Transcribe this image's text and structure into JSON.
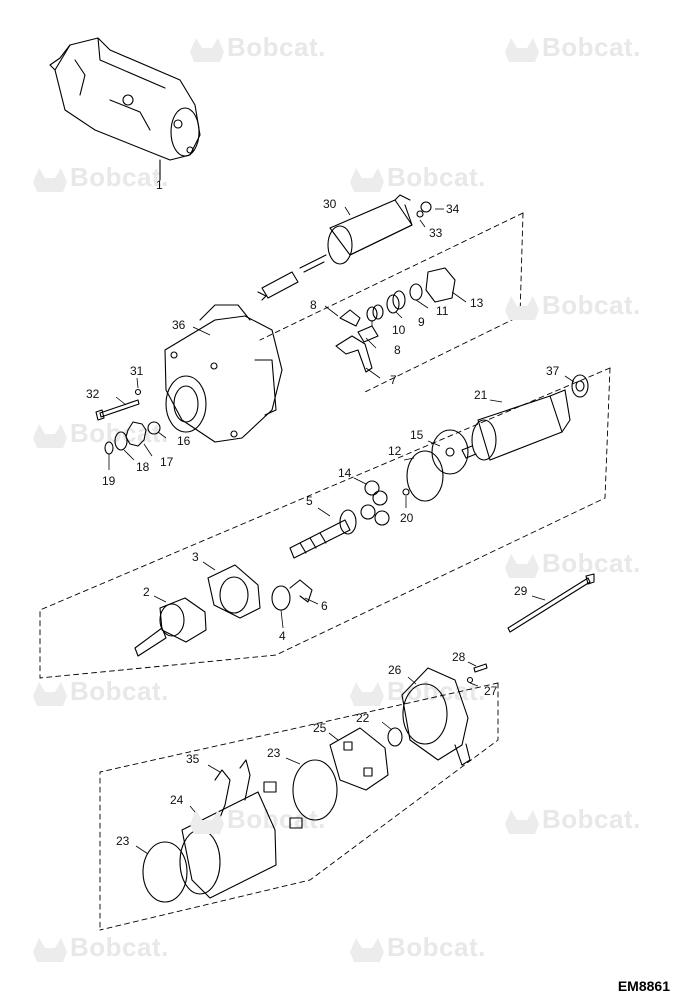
{
  "watermark": {
    "text": "Bobcat."
  },
  "diagram_id": "EM8861",
  "callouts": [
    {
      "id": "c1",
      "text": "1"
    },
    {
      "id": "c2",
      "text": "2"
    },
    {
      "id": "c3",
      "text": "3"
    },
    {
      "id": "c4",
      "text": "4"
    },
    {
      "id": "c5",
      "text": "5"
    },
    {
      "id": "c6",
      "text": "6"
    },
    {
      "id": "c7",
      "text": "7"
    },
    {
      "id": "c8a",
      "text": "8"
    },
    {
      "id": "c8b",
      "text": "8"
    },
    {
      "id": "c9",
      "text": "9"
    },
    {
      "id": "c10",
      "text": "10"
    },
    {
      "id": "c11",
      "text": "11"
    },
    {
      "id": "c12",
      "text": "12"
    },
    {
      "id": "c13",
      "text": "13"
    },
    {
      "id": "c14",
      "text": "14"
    },
    {
      "id": "c15",
      "text": "15"
    },
    {
      "id": "c16",
      "text": "16"
    },
    {
      "id": "c17",
      "text": "17"
    },
    {
      "id": "c18",
      "text": "18"
    },
    {
      "id": "c19",
      "text": "19"
    },
    {
      "id": "c20",
      "text": "20"
    },
    {
      "id": "c21",
      "text": "21"
    },
    {
      "id": "c22",
      "text": "22"
    },
    {
      "id": "c23a",
      "text": "23"
    },
    {
      "id": "c23b",
      "text": "23"
    },
    {
      "id": "c24",
      "text": "24"
    },
    {
      "id": "c25",
      "text": "25"
    },
    {
      "id": "c26",
      "text": "26"
    },
    {
      "id": "c27",
      "text": "27"
    },
    {
      "id": "c28",
      "text": "28"
    },
    {
      "id": "c29",
      "text": "29"
    },
    {
      "id": "c30",
      "text": "30"
    },
    {
      "id": "c31",
      "text": "31"
    },
    {
      "id": "c32",
      "text": "32"
    },
    {
      "id": "c33",
      "text": "33"
    },
    {
      "id": "c34",
      "text": "34"
    },
    {
      "id": "c35",
      "text": "35"
    },
    {
      "id": "c36",
      "text": "36"
    },
    {
      "id": "c37",
      "text": "37"
    }
  ]
}
